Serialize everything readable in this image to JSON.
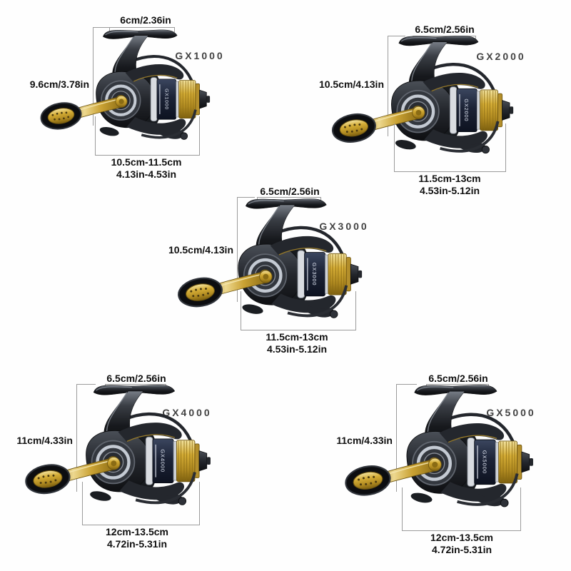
{
  "colors": {
    "background": "#fefefe",
    "gold_accent": "#c9a227",
    "body_metal": "#23262b",
    "spool_navy": "#1c2336",
    "dimension_line": "#9b9b9b",
    "measurement_text": "#101010",
    "model_text": "#424242"
  },
  "reels": [
    {
      "model": "GX1000",
      "width_label": "6cm/2.36in",
      "height_label": "9.6cm/3.78in",
      "length_label_cm": "10.5cm-11.5cm",
      "length_label_in": "4.13in-4.53in"
    },
    {
      "model": "GX2000",
      "width_label": "6.5cm/2.56in",
      "height_label": "10.5cm/4.13in",
      "length_label_cm": "11.5cm-13cm",
      "length_label_in": "4.53in-5.12in"
    },
    {
      "model": "GX3000",
      "width_label": "6.5cm/2.56in",
      "height_label": "10.5cm/4.13in",
      "length_label_cm": "11.5cm-13cm",
      "length_label_in": "4.53in-5.12in"
    },
    {
      "model": "GX4000",
      "width_label": "6.5cm/2.56in",
      "height_label": "11cm/4.33in",
      "length_label_cm": "12cm-13.5cm",
      "length_label_in": "4.72in-5.31in"
    },
    {
      "model": "GX5000",
      "width_label": "6.5cm/2.56in",
      "height_label": "11cm/4.33in",
      "length_label_cm": "12cm-13.5cm",
      "length_label_in": "4.72in-5.31in"
    }
  ]
}
